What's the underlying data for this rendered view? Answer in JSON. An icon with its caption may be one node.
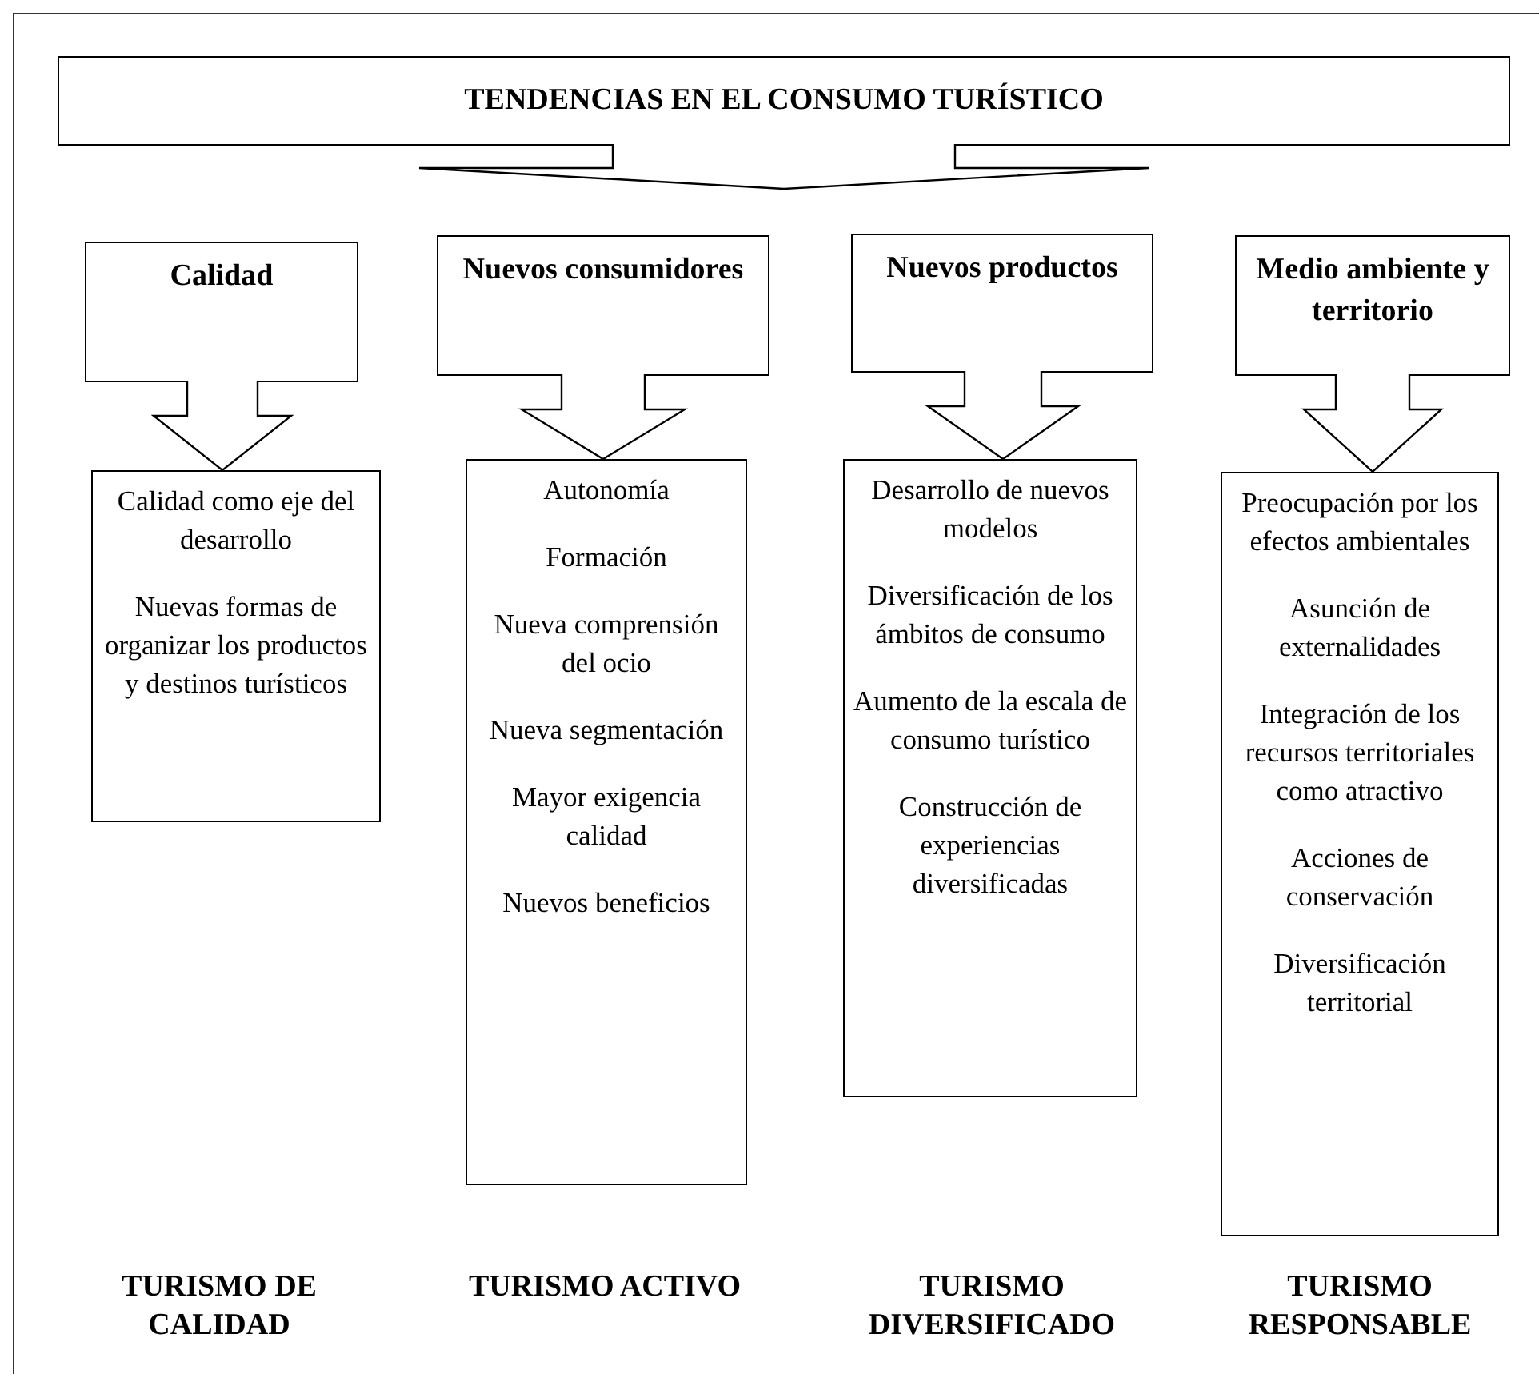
{
  "diagram": {
    "nodes": [
      {
        "text": [
          "TENDENCIAS EN EL CONSUMO TURÍSTICO"
        ]
      },
      {
        "text": [
          "Calidad"
        ]
      },
      {
        "text": [
          "Nuevos consumidores"
        ]
      },
      {
        "text": [
          "Nuevos productos"
        ]
      },
      {
        "text": [
          "Medio ambiente y territorio"
        ]
      },
      {
        "text": [
          "Calidad como eje del desarrollo",
          "Nuevas formas de organizar los productos y destinos turísticos"
        ]
      },
      {
        "text": [
          "Autonomía",
          "Formación",
          "Nueva comprensión del ocio",
          "Nueva segmentación",
          "Mayor exigencia calidad",
          "Nuevos beneficios"
        ]
      },
      {
        "text": [
          "Desarrollo de nuevos modelos",
          "Diversificación de los ámbitos de consumo",
          "Aumento de la escala de consumo turístico",
          "Construcción de experiencias diversificadas"
        ]
      },
      {
        "text": [
          "Preocupación por los efectos ambientales",
          "Asunción de externalidades",
          "Integración de los recursos territoriales como atractivo",
          "Acciones de conservación",
          "Diversificación territorial"
        ]
      }
    ],
    "edges": [
      {
        "from": 0,
        "to": null,
        "arrow": "to"
      },
      {
        "from": 1,
        "to": 5,
        "arrow": "to"
      },
      {
        "from": 2,
        "to": 6,
        "arrow": "to"
      },
      {
        "from": 3,
        "to": 7,
        "arrow": "to"
      },
      {
        "from": 4,
        "to": 8,
        "arrow": "to"
      }
    ],
    "labels": [
      "TURISMO DE CALIDAD",
      "TURISMO ACTIVO",
      "TURISMO DIVERSIFICADO",
      "TURISMO RESPONSABLE"
    ]
  }
}
